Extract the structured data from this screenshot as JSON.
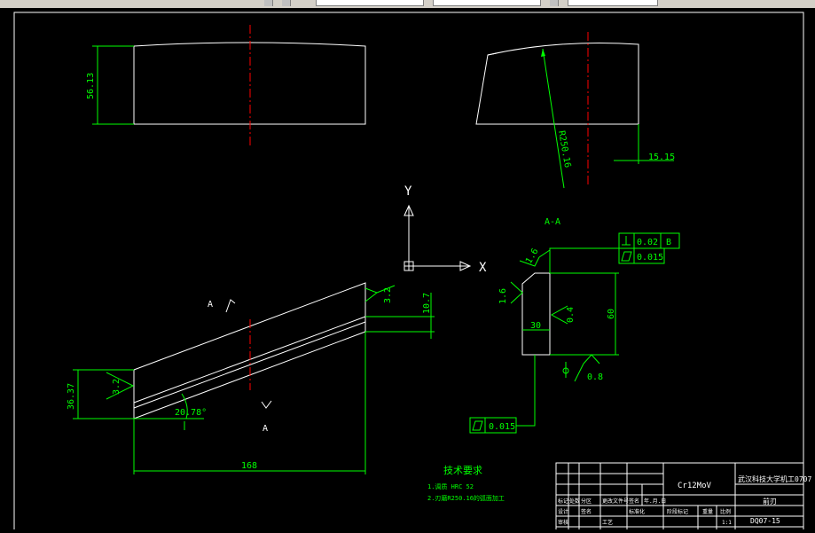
{
  "drawing": {
    "views": {
      "front": {
        "height_dim": "56.13"
      },
      "side": {
        "radius_dim": "R250.16",
        "offset_dim": "15.15"
      },
      "main": {
        "dim_thickness": "36.37",
        "dim_length": "168",
        "dim_height": "10.7",
        "dim_angle": "20.78°",
        "rough_left": "3.2",
        "rough_right": "3.2",
        "section_mark_top": "A",
        "section_mark_bottom": "A"
      },
      "section": {
        "title": "A-A",
        "rough_top": "1.6",
        "rough_left": "1.6",
        "rough_inner": "0.4",
        "rough_bottom": "0.8",
        "dim_width": "30",
        "dim_height": "60",
        "datum": "B"
      }
    },
    "tolerances": {
      "perpendicularity": {
        "value": "0.02",
        "datum": "B"
      },
      "flatness_top": {
        "value": "0.015"
      },
      "flatness_bottom": {
        "value": "0.015"
      }
    },
    "ucs": {
      "x_label": "X",
      "y_label": "Y"
    },
    "notes": {
      "title": "技术要求",
      "items": [
        "1.调质 HRC 52",
        "2.刃磨R250.16的弧面加工"
      ]
    },
    "title_block": {
      "material": "Cr12MoV",
      "school": "武汉科技大学机工0707",
      "part_name": "前刃",
      "drawing_no": "DQ07-15",
      "scale": "1:1",
      "header_cells": [
        "标记",
        "处数",
        "分区",
        "更改文件号",
        "签名",
        "年.月.日"
      ],
      "role_cells": [
        "设计",
        "签名",
        "",
        "标准化"
      ],
      "stage_cells": [
        "阶段标记",
        "重量",
        "比例"
      ],
      "bottom_cells": [
        "审核",
        "",
        "",
        "工艺"
      ]
    },
    "colors": {
      "background": "#000000",
      "lines": "#ffffff",
      "dims": "#00ff00",
      "center": "#ff0000"
    }
  }
}
